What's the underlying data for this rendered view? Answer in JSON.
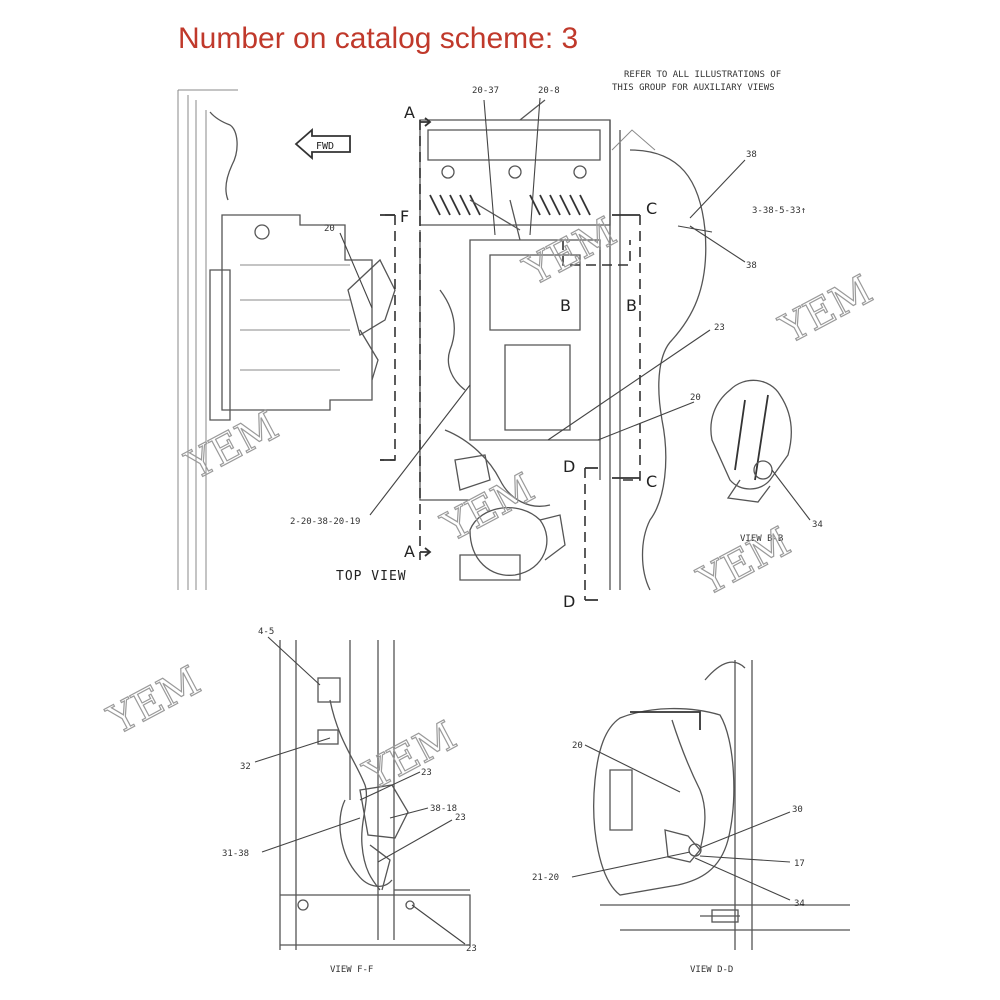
{
  "header": {
    "title": "Number on catalog scheme: 3"
  },
  "note": [
    "REFER TO ALL ILLUSTRATIONS OF",
    "THIS GROUP FOR AUXILIARY VIEWS"
  ],
  "fwd": "FWD",
  "section_letters": {
    "a": "A",
    "b": "B",
    "c": "C",
    "d": "D",
    "f": "F"
  },
  "captions": {
    "top_view": "TOP VIEW",
    "view_bb": "VIEW B-B",
    "view_ff": "VIEW F-F",
    "view_dd": "VIEW D-D"
  },
  "callouts": {
    "c20_37": "20-37",
    "c20_8": "20-8",
    "c38a": "38",
    "c3_38": "3-38-5-33↑",
    "c38b": "38",
    "c20a": "20",
    "c23a": "23",
    "c20b": "20",
    "c2_20": "2-20-38-20-19",
    "c34a": "34",
    "c4_5": "4-5",
    "c32": "32",
    "c23b": "23",
    "c38_18": "38-18",
    "c31_38": "31-38",
    "c23c": "23",
    "c23d": "23",
    "c20c": "20",
    "c30": "30",
    "c17": "17",
    "c21_20": "21-20",
    "c34b": "34"
  },
  "watermark": "YEM"
}
